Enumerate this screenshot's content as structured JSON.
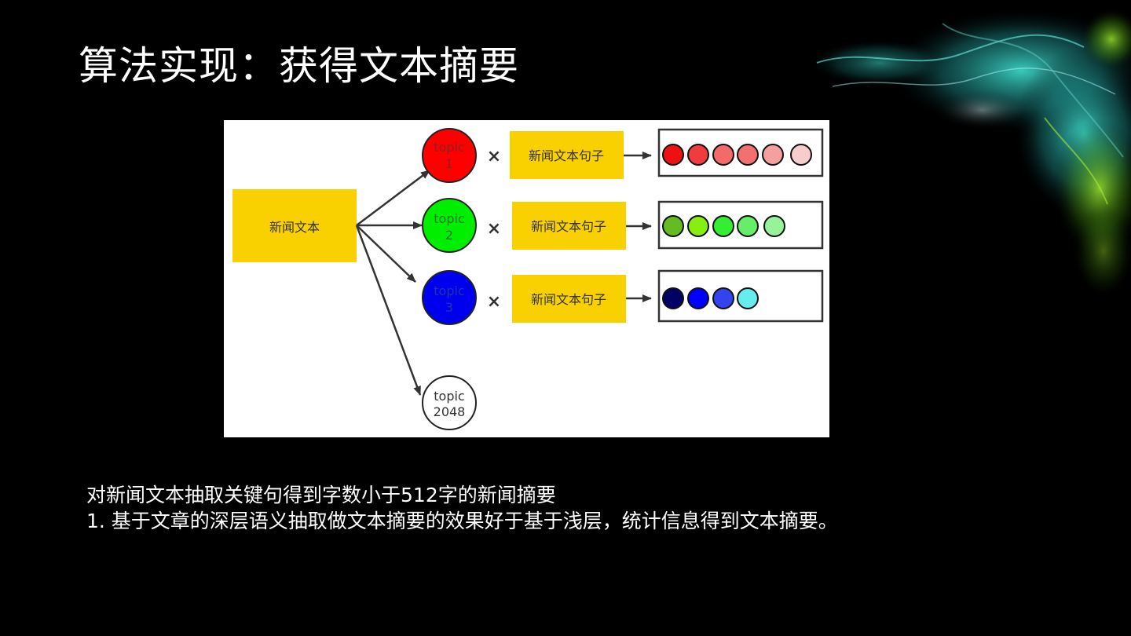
{
  "slide": {
    "title": "算法实现：获得文本摘要",
    "notes": [
      "对新闻文本抽取关键句得到字数小于512字的新闻摘要",
      "1. 基于文章的深层语义抽取做文本摘要的效果好于基于浅层，统计信息得到文本摘要。"
    ]
  },
  "diagram": {
    "source_label": "新闻文本",
    "multiply_symbol": "×",
    "topics": [
      {
        "label_line1": "topic",
        "label_line2": "1",
        "fill": "#ff0000",
        "sentence_label": "新闻文本句子",
        "dots": [
          "#ee1111",
          "#f03c3c",
          "#f26a6a",
          "#f27070",
          "#f5a0a0",
          "#f7cccc"
        ]
      },
      {
        "label_line1": "topic",
        "label_line2": "2",
        "fill": "#00ee00",
        "sentence_label": "新闻文本句子",
        "dots": [
          "#66bb22",
          "#88ee11",
          "#33ee33",
          "#66ee66",
          "#99f299"
        ]
      },
      {
        "label_line1": "topic",
        "label_line2": "3",
        "fill": "#0000ee",
        "sentence_label": "新闻文本句子",
        "dots": [
          "#000066",
          "#0000ff",
          "#3344ee",
          "#66eeee"
        ]
      },
      {
        "label_line1": "topic",
        "label_line2": "2048",
        "fill": "#ffffff"
      }
    ],
    "colors": {
      "box_fill": "#f9d000",
      "stroke": "#333333",
      "background": "#ffffff"
    }
  }
}
